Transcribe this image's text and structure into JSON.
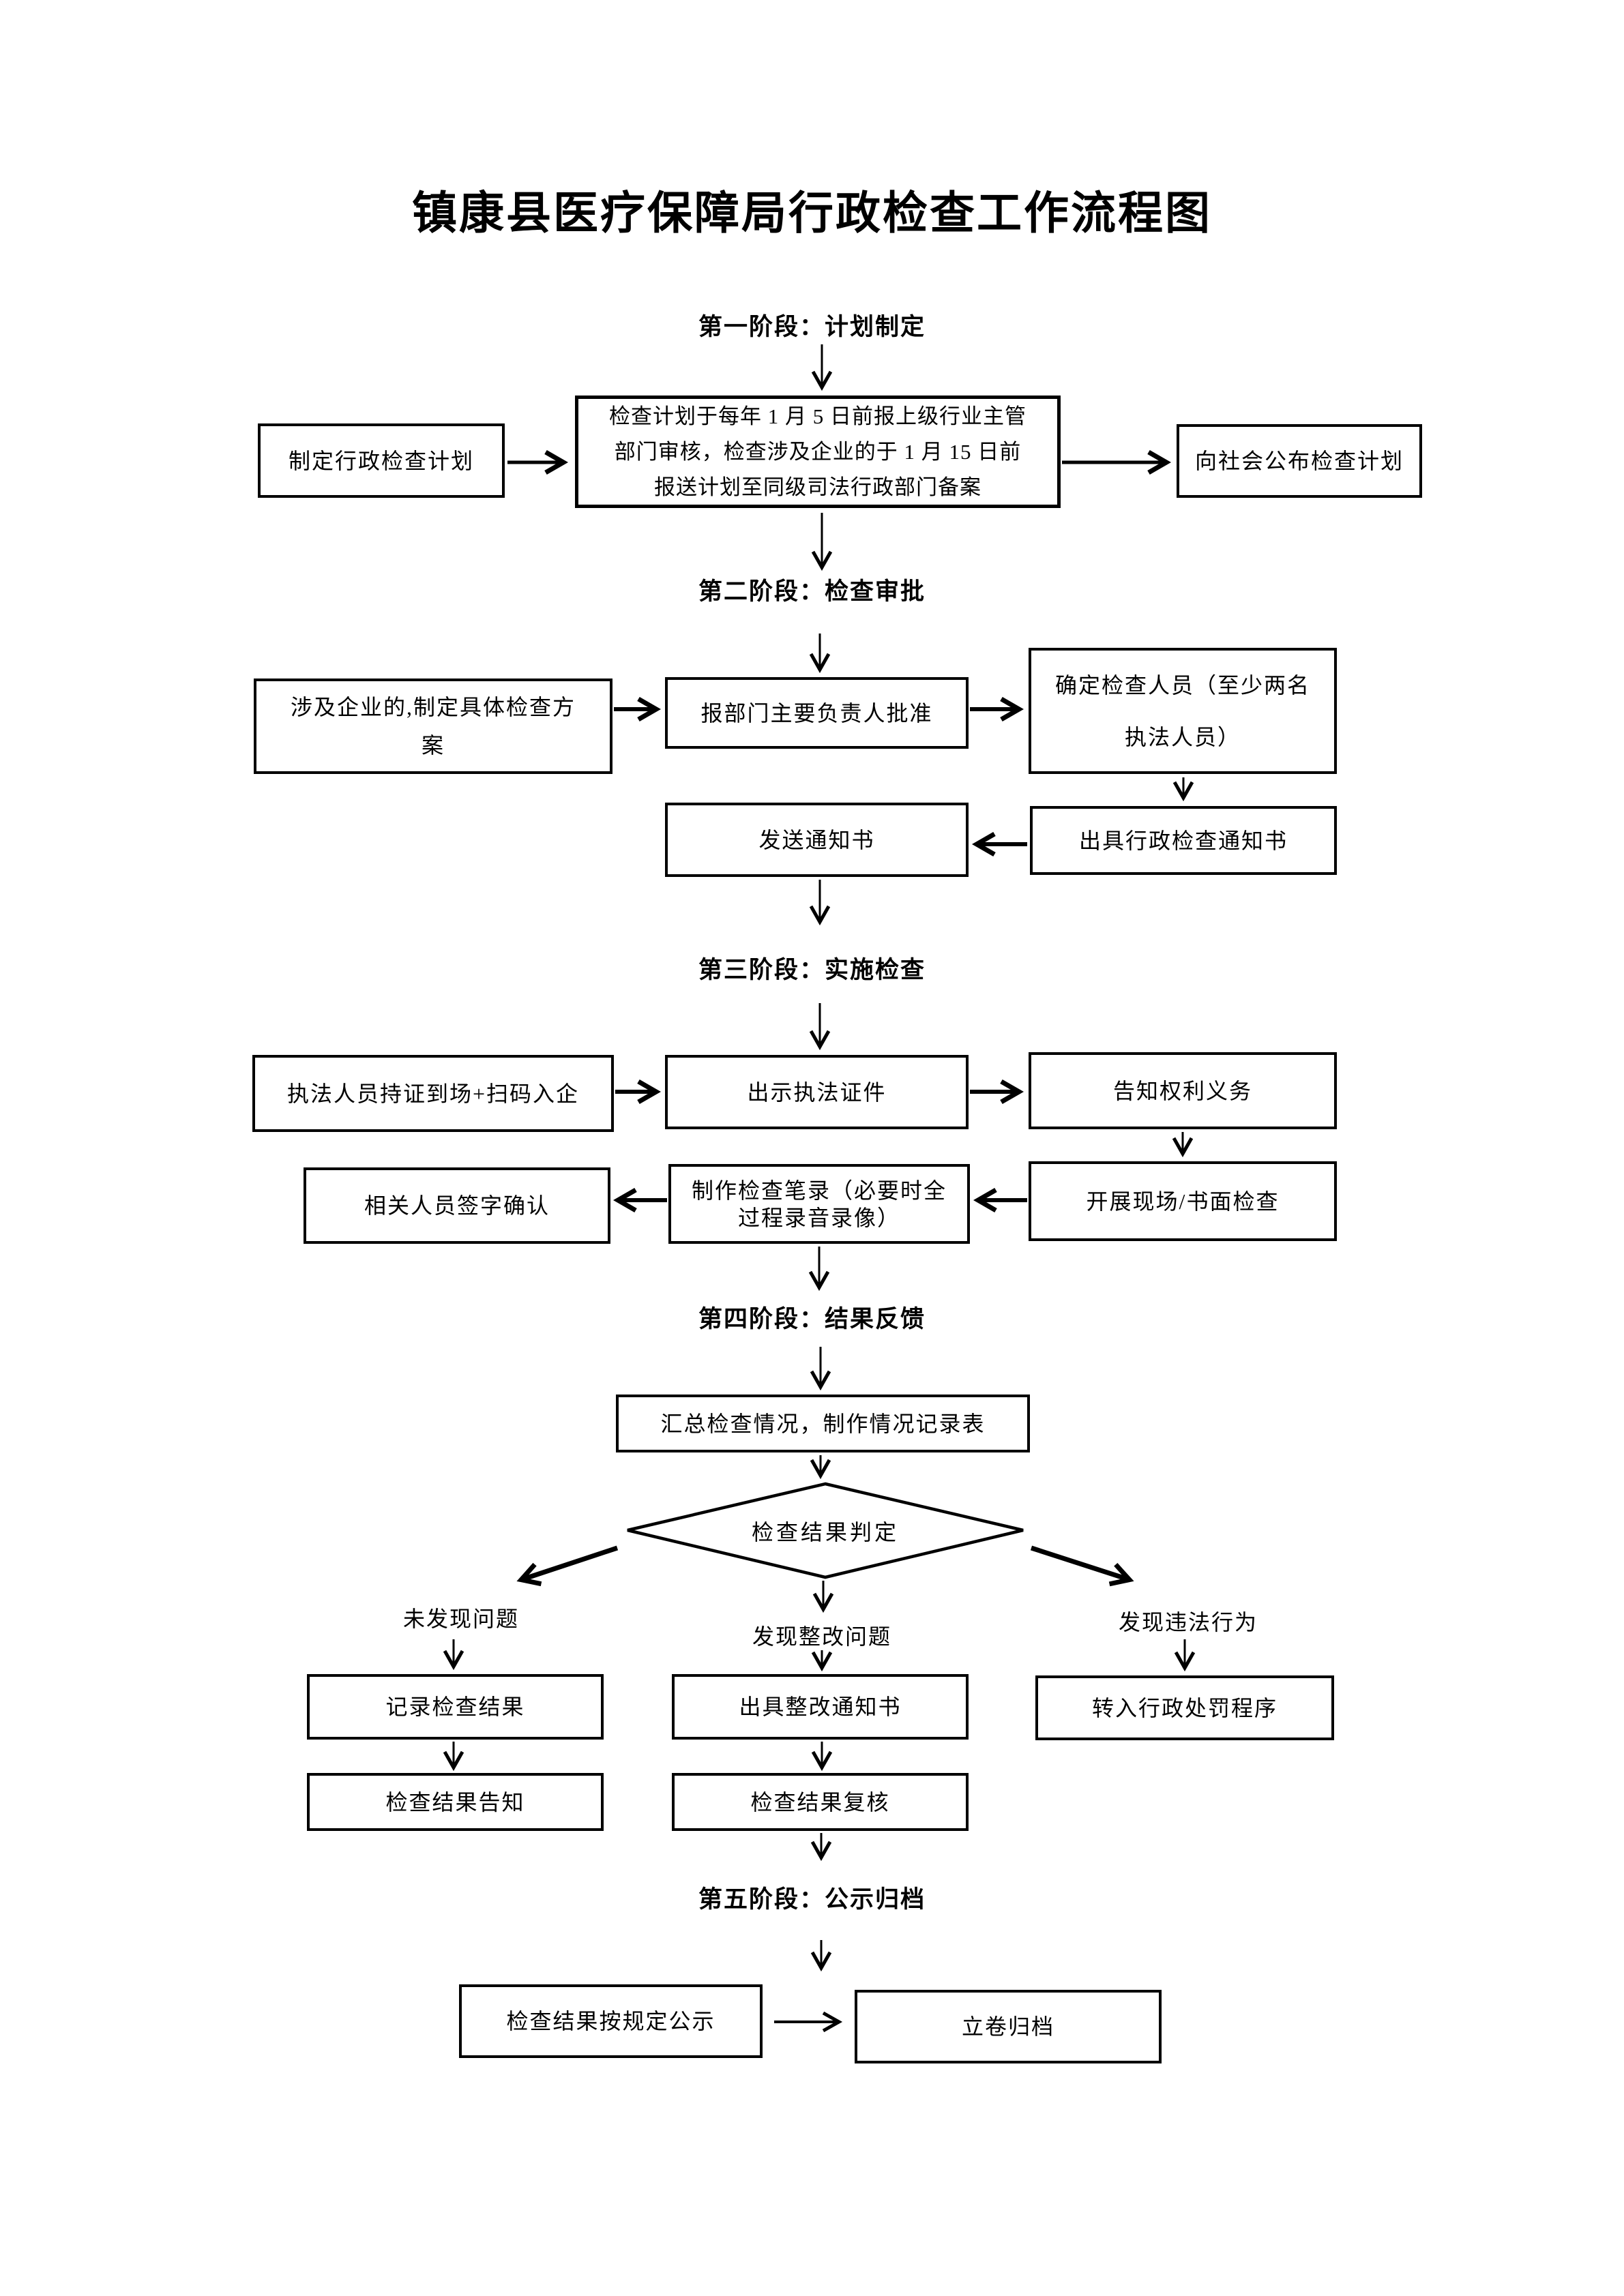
{
  "title": "镇康县医疗保障局行政检查工作流程图",
  "stage1": {
    "heading": "第一阶段：计划制定",
    "plan": "制定行政检查计划",
    "report": "检查计划于每年 1 月 5 日前报上级行业主管\n部门审核，检查涉及企业的于 1 月 15 日前\n报送计划至同级司法行政部门备案",
    "publish": "向社会公布检查计划"
  },
  "stage2": {
    "heading": "第二阶段：检查审批",
    "scheme": "涉及企业的,制定具体检查方\n案",
    "approve": "报部门主要负责人批准",
    "staff": "确定检查人员（至少两名\n执法人员）",
    "send": "发送通知书",
    "notice": "出具行政检查通知书"
  },
  "stage3": {
    "heading": "第三阶段：实施检查",
    "arrive": "执法人员持证到场+扫码入企",
    "show_id": "出示执法证件",
    "inform_rights": "告知权利义务",
    "sign": "相关人员签字确认",
    "record": "制作检查笔录（必要时全\n过程录音录像）",
    "conduct": "开展现场/书面检查"
  },
  "stage4": {
    "heading": "第四阶段：结果反馈",
    "summary": "汇总检查情况，制作情况记录表",
    "decision": "检查结果判定",
    "branch_none": {
      "label": "未发现问题",
      "record": "记录检查结果",
      "inform": "检查结果告知"
    },
    "branch_rectify": {
      "label": "发现整改问题",
      "notice": "出具整改通知书",
      "review": "检查结果复核"
    },
    "branch_illegal": {
      "label": "发现违法行为",
      "transfer": "转入行政处罚程序"
    }
  },
  "stage5": {
    "heading": "第五阶段：公示归档",
    "publicize": "检查结果按规定公示",
    "archive": "立卷归档"
  }
}
